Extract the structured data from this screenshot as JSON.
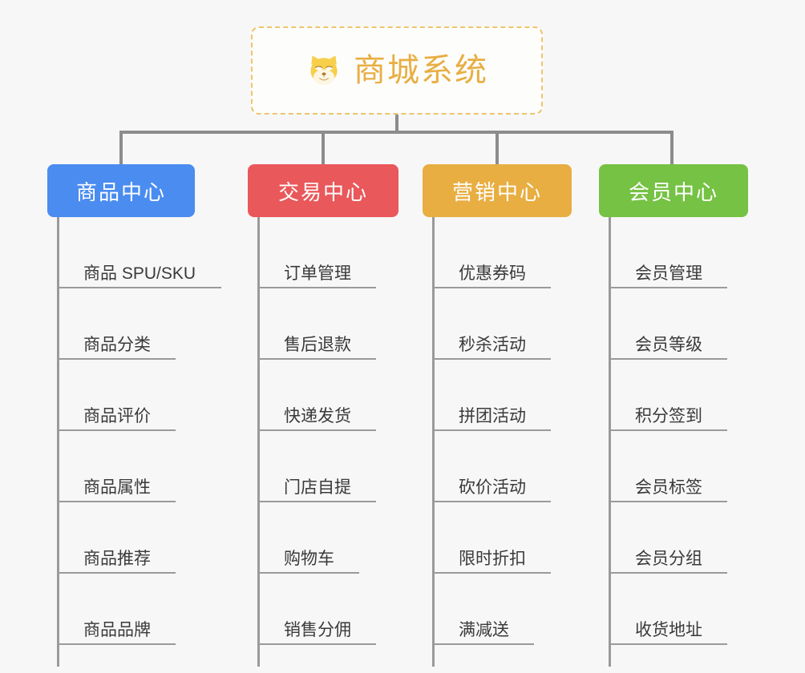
{
  "root": {
    "title": "商城系统",
    "icon": "shiba-dog-face-icon",
    "text_color": "#e8ae42",
    "border_color": "#f0c36a",
    "background": "#fdfdfc"
  },
  "canvas": {
    "background": "#f7f7f7",
    "connector_color": "#8c8c8c"
  },
  "branches": [
    {
      "label": "商品中心",
      "color": "#4a8cf0",
      "items": [
        "商品 SPU/SKU",
        "商品分类",
        "商品评价",
        "商品属性",
        "商品推荐",
        "商品品牌"
      ]
    },
    {
      "label": "交易中心",
      "color": "#e9585a",
      "items": [
        "订单管理",
        "售后退款",
        "快递发货",
        "门店自提",
        "购物车",
        "销售分佣"
      ]
    },
    {
      "label": "营销中心",
      "color": "#e8ae42",
      "items": [
        "优惠券码",
        "秒杀活动",
        "拼团活动",
        "砍价活动",
        "限时折扣",
        "满减送"
      ]
    },
    {
      "label": "会员中心",
      "color": "#76c244",
      "items": [
        "会员管理",
        "会员等级",
        "积分签到",
        "会员标签",
        "会员分组",
        "收货地址"
      ]
    }
  ]
}
